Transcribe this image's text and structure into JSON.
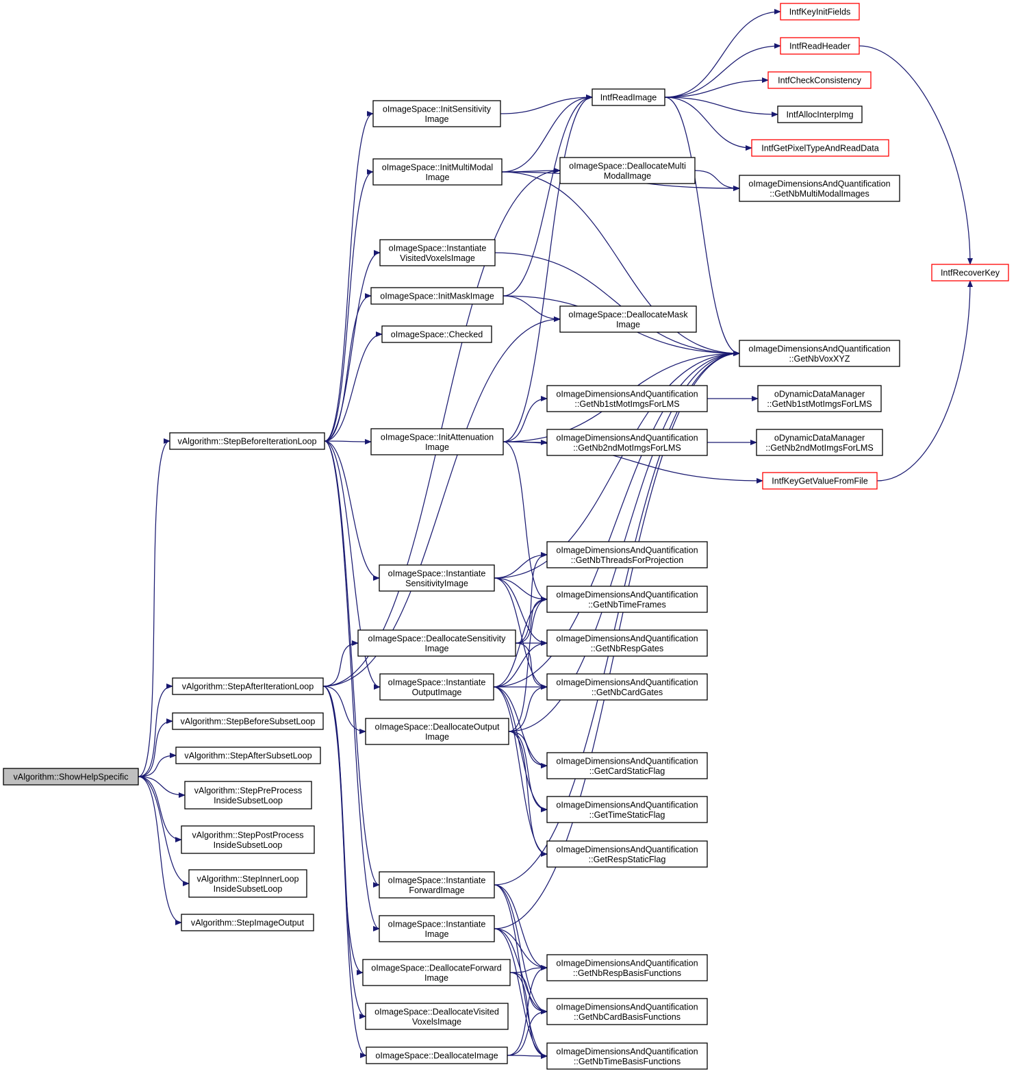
{
  "colors": {
    "edge": "#191970",
    "node_border": "#000000",
    "node_border_red": "#ff0000",
    "node_fill": "#ffffff",
    "root_fill": "#bfbfbf",
    "text": "#000000"
  },
  "nodes": [
    {
      "id": "root",
      "lines": [
        "vAlgorithm::ShowHelpSpecific"
      ],
      "style": "root"
    },
    {
      "id": "sbil",
      "lines": [
        "vAlgorithm::StepBeforeIterationLoop"
      ],
      "style": "normal"
    },
    {
      "id": "sail",
      "lines": [
        "vAlgorithm::StepAfterIterationLoop"
      ],
      "style": "normal"
    },
    {
      "id": "sbsl",
      "lines": [
        "vAlgorithm::StepBeforeSubsetLoop"
      ],
      "style": "normal"
    },
    {
      "id": "sasl",
      "lines": [
        "vAlgorithm::StepAfterSubsetLoop"
      ],
      "style": "normal"
    },
    {
      "id": "sppre",
      "lines": [
        "vAlgorithm::StepPreProcess",
        "InsideSubsetLoop"
      ],
      "style": "normal"
    },
    {
      "id": "sppost",
      "lines": [
        "vAlgorithm::StepPostProcess",
        "InsideSubsetLoop"
      ],
      "style": "normal"
    },
    {
      "id": "sinner",
      "lines": [
        "vAlgorithm::StepInnerLoop",
        "InsideSubsetLoop"
      ],
      "style": "normal"
    },
    {
      "id": "simgout",
      "lines": [
        "vAlgorithm::StepImageOutput"
      ],
      "style": "normal"
    },
    {
      "id": "initsens",
      "lines": [
        "oImageSpace::InitSensitivity",
        "Image"
      ],
      "style": "normal"
    },
    {
      "id": "initmm",
      "lines": [
        "oImageSpace::InitMultiModal",
        "Image"
      ],
      "style": "normal"
    },
    {
      "id": "instvv",
      "lines": [
        "oImageSpace::Instantiate",
        "VisitedVoxelsImage"
      ],
      "style": "normal"
    },
    {
      "id": "initmask",
      "lines": [
        "oImageSpace::InitMaskImage"
      ],
      "style": "normal"
    },
    {
      "id": "checked",
      "lines": [
        "oImageSpace::Checked"
      ],
      "style": "normal"
    },
    {
      "id": "initatt",
      "lines": [
        "oImageSpace::InitAttenuation",
        "Image"
      ],
      "style": "normal"
    },
    {
      "id": "instsens",
      "lines": [
        "oImageSpace::Instantiate",
        "SensitivityImage"
      ],
      "style": "normal"
    },
    {
      "id": "deallocsens",
      "lines": [
        "oImageSpace::DeallocateSensitivity",
        "Image"
      ],
      "style": "normal"
    },
    {
      "id": "instout",
      "lines": [
        "oImageSpace::Instantiate",
        "OutputImage"
      ],
      "style": "normal"
    },
    {
      "id": "deallocout",
      "lines": [
        "oImageSpace::DeallocateOutput",
        "Image"
      ],
      "style": "normal"
    },
    {
      "id": "instfwd",
      "lines": [
        "oImageSpace::Instantiate",
        "ForwardImage"
      ],
      "style": "normal"
    },
    {
      "id": "instimg",
      "lines": [
        "oImageSpace::Instantiate",
        "Image"
      ],
      "style": "normal"
    },
    {
      "id": "deallocfwd",
      "lines": [
        "oImageSpace::DeallocateForward",
        "Image"
      ],
      "style": "normal"
    },
    {
      "id": "deallocvv",
      "lines": [
        "oImageSpace::DeallocateVisited",
        "VoxelsImage"
      ],
      "style": "normal"
    },
    {
      "id": "deallocimg",
      "lines": [
        "oImageSpace::DeallocateImage"
      ],
      "style": "normal"
    },
    {
      "id": "readimg",
      "lines": [
        "IntfReadImage"
      ],
      "style": "normal"
    },
    {
      "id": "deallocmm",
      "lines": [
        "oImageSpace::DeallocateMulti",
        "ModalImage"
      ],
      "style": "normal"
    },
    {
      "id": "deallocmask",
      "lines": [
        "oImageSpace::DeallocateMask",
        "Image"
      ],
      "style": "normal"
    },
    {
      "id": "nb1st",
      "lines": [
        "oImageDimensionsAndQuantification",
        "::GetNb1stMotImgsForLMS"
      ],
      "style": "normal"
    },
    {
      "id": "nb2nd",
      "lines": [
        "oImageDimensionsAndQuantification",
        "::GetNb2ndMotImgsForLMS"
      ],
      "style": "normal"
    },
    {
      "id": "nbthreads",
      "lines": [
        "oImageDimensionsAndQuantification",
        "::GetNbThreadsForProjection"
      ],
      "style": "normal"
    },
    {
      "id": "nbtf",
      "lines": [
        "oImageDimensionsAndQuantification",
        "::GetNbTimeFrames"
      ],
      "style": "normal"
    },
    {
      "id": "nbresp",
      "lines": [
        "oImageDimensionsAndQuantification",
        "::GetNbRespGates"
      ],
      "style": "normal"
    },
    {
      "id": "nbcard",
      "lines": [
        "oImageDimensionsAndQuantification",
        "::GetNbCardGates"
      ],
      "style": "normal"
    },
    {
      "id": "cardstatic",
      "lines": [
        "oImageDimensionsAndQuantification",
        "::GetCardStaticFlag"
      ],
      "style": "normal"
    },
    {
      "id": "timestatic",
      "lines": [
        "oImageDimensionsAndQuantification",
        "::GetTimeStaticFlag"
      ],
      "style": "normal"
    },
    {
      "id": "respstatic",
      "lines": [
        "oImageDimensionsAndQuantification",
        "::GetRespStaticFlag"
      ],
      "style": "normal"
    },
    {
      "id": "nbrespbasis",
      "lines": [
        "oImageDimensionsAndQuantification",
        "::GetNbRespBasisFunctions"
      ],
      "style": "normal"
    },
    {
      "id": "nbcardbasis",
      "lines": [
        "oImageDimensionsAndQuantification",
        "::GetNbCardBasisFunctions"
      ],
      "style": "normal"
    },
    {
      "id": "nbtimebasis",
      "lines": [
        "oImageDimensionsAndQuantification",
        "::GetNbTimeBasisFunctions"
      ],
      "style": "normal"
    },
    {
      "id": "keyinit",
      "lines": [
        "IntfKeyInitFields"
      ],
      "style": "red"
    },
    {
      "id": "readheader",
      "lines": [
        "IntfReadHeader"
      ],
      "style": "red"
    },
    {
      "id": "checkcons",
      "lines": [
        "IntfCheckConsistency"
      ],
      "style": "red"
    },
    {
      "id": "allocinterp",
      "lines": [
        "IntfAllocInterpImg"
      ],
      "style": "normal"
    },
    {
      "id": "getpixel",
      "lines": [
        "IntfGetPixelTypeAndReadData"
      ],
      "style": "red"
    },
    {
      "id": "nbmm",
      "lines": [
        "oImageDimensionsAndQuantification",
        "::GetNbMultiModalImages"
      ],
      "style": "normal"
    },
    {
      "id": "nbvox",
      "lines": [
        "oImageDimensionsAndQuantification",
        "::GetNbVoxXYZ"
      ],
      "style": "normal"
    },
    {
      "id": "dyn1st",
      "lines": [
        "oDynamicDataManager",
        "::GetNb1stMotImgsForLMS"
      ],
      "style": "normal"
    },
    {
      "id": "dyn2nd",
      "lines": [
        "oDynamicDataManager",
        "::GetNb2ndMotImgsForLMS"
      ],
      "style": "normal"
    },
    {
      "id": "keyget",
      "lines": [
        "IntfKeyGetValueFromFile"
      ],
      "style": "red"
    },
    {
      "id": "recover",
      "lines": [
        "IntfRecoverKey"
      ],
      "style": "red"
    }
  ]
}
